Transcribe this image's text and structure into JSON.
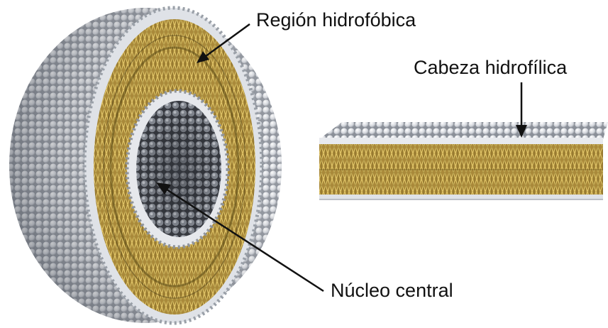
{
  "labels": {
    "hydrophobic_region": "Región hidrofóbica",
    "hydrophilic_head": "Cabeza hidrofílica",
    "central_core": "Núcleo central"
  },
  "colors": {
    "lipid_head": "#e6e8ec",
    "lipid_tail": "#c6a84a",
    "tail_dark": "#6e5a1c",
    "background": "#ffffff",
    "arrow": "#111111"
  }
}
